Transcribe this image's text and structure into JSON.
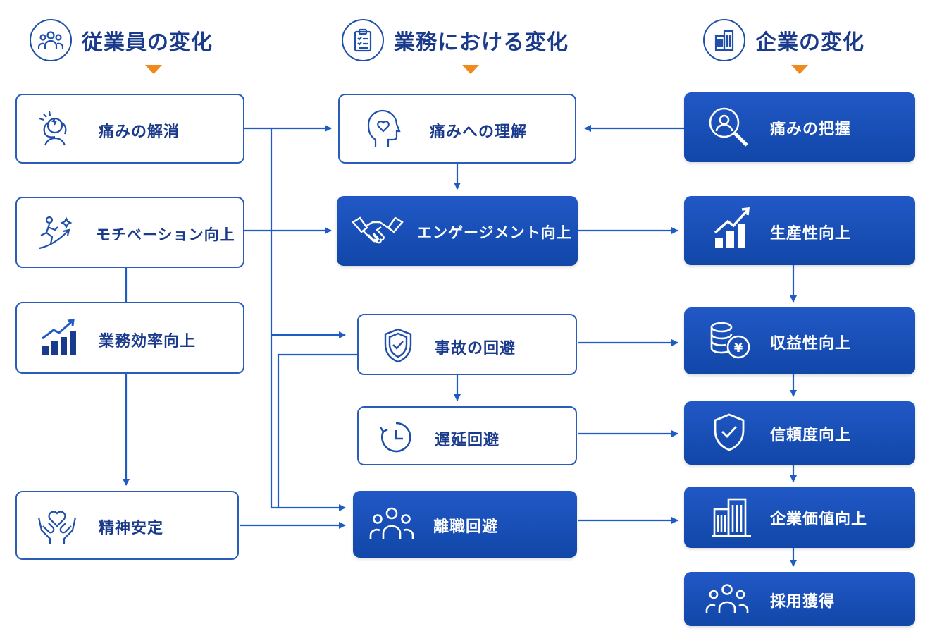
{
  "headers": {
    "employee": {
      "title": "従業員の変化",
      "icon": "people-icon"
    },
    "business": {
      "title": "業務における変化",
      "icon": "clipboard-checklist-icon"
    },
    "company": {
      "title": "企業の変化",
      "icon": "building-icon"
    }
  },
  "employee": [
    {
      "label": "痛みの解消",
      "icon": "head-pain-icon"
    },
    {
      "label": "モチベーション向上",
      "icon": "running-person-icon"
    },
    {
      "label": "業務効率向上",
      "icon": "growth-chart-icon"
    },
    {
      "label": "精神安定",
      "icon": "hands-heart-icon"
    }
  ],
  "business": [
    {
      "label": "痛みへの理解",
      "icon": "head-heart-icon"
    },
    {
      "label": "エンゲージメント向上",
      "icon": "handshake-icon"
    },
    {
      "label": "事故の回避",
      "icon": "shield-check-icon"
    },
    {
      "label": "遅延回避",
      "icon": "clock-icon"
    },
    {
      "label": "離職回避",
      "icon": "people-icon"
    }
  ],
  "company": [
    {
      "label": "痛みの把握",
      "icon": "magnifier-person-icon"
    },
    {
      "label": "生産性向上",
      "icon": "growth-chart-icon"
    },
    {
      "label": "収益性向上",
      "icon": "coins-yen-icon"
    },
    {
      "label": "信頼度向上",
      "icon": "shield-check-icon"
    },
    {
      "label": "企業価値向上",
      "icon": "building-icon"
    },
    {
      "label": "採用獲得",
      "icon": "people-icon"
    }
  ],
  "colors": {
    "accent": "#1f4fa8",
    "dark_box": "#1a4fb5",
    "triangle": "#f08a1c",
    "text": "#1a3a8c"
  }
}
